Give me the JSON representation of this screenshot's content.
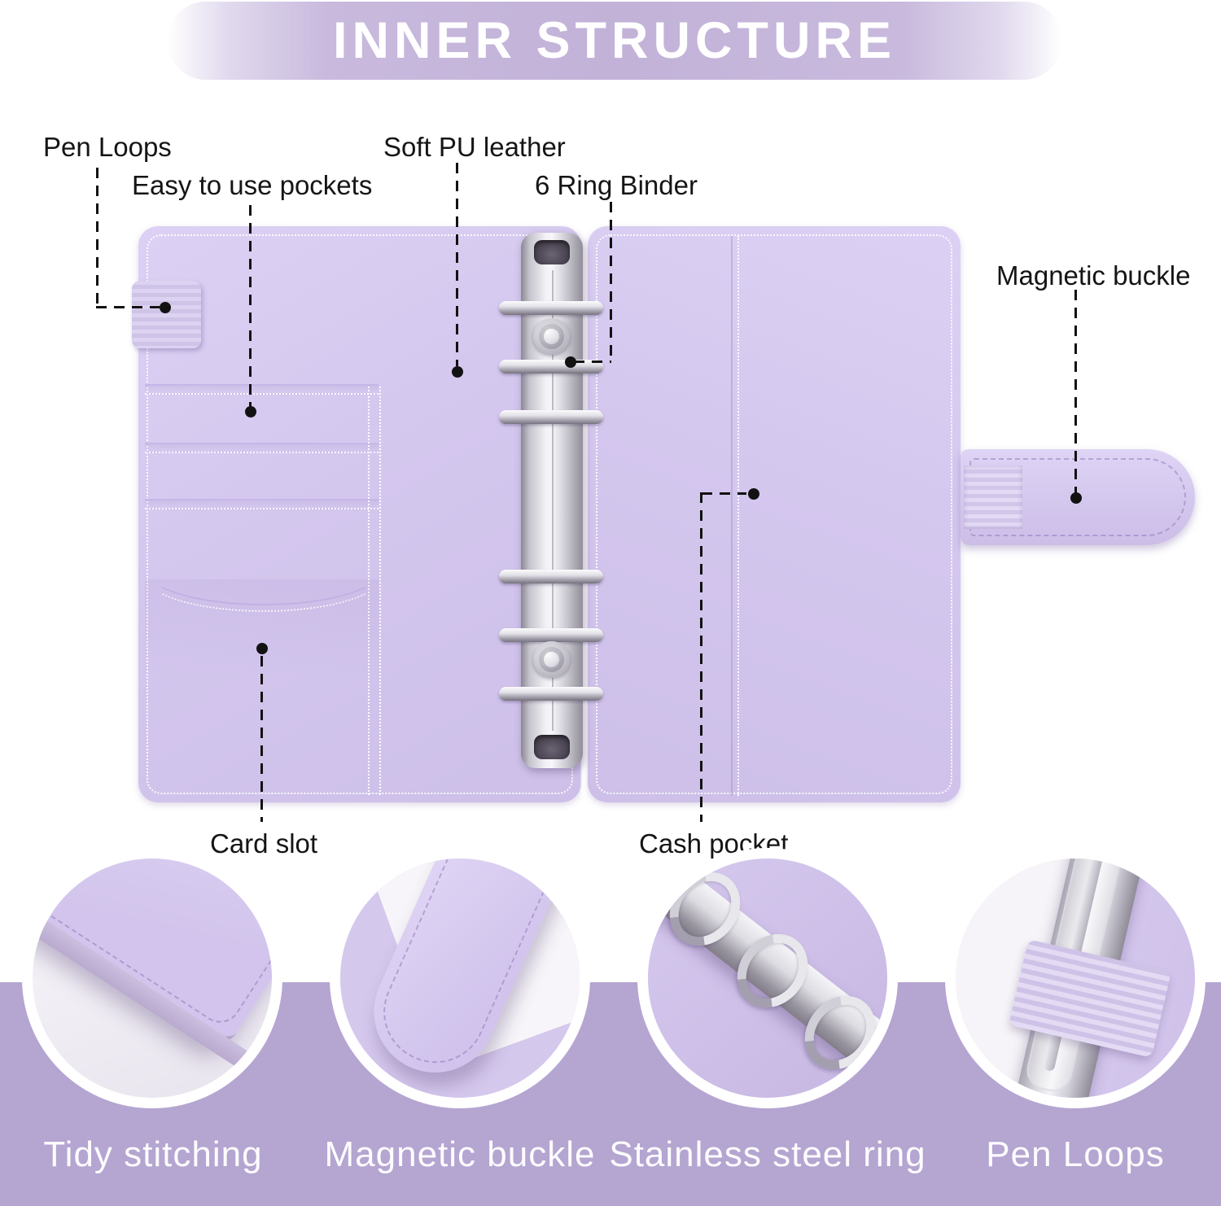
{
  "banner": {
    "title": "INNER STRUCTURE"
  },
  "callouts": [
    {
      "id": "pen-loops",
      "label": "Pen Loops"
    },
    {
      "id": "easy-pockets",
      "label": "Easy to use pockets"
    },
    {
      "id": "soft-pu-leather",
      "label": "Soft PU leather"
    },
    {
      "id": "six-ring-binder",
      "label": "6 Ring Binder"
    },
    {
      "id": "magnetic-buckle",
      "label": "Magnetic buckle"
    },
    {
      "id": "card-slot",
      "label": "Card slot"
    },
    {
      "id": "cash-pocket",
      "label": "Cash pocket"
    }
  ],
  "features": [
    {
      "caption": "Tidy stitching"
    },
    {
      "caption": "Magnetic buckle"
    },
    {
      "caption": "Stainless steel ring"
    },
    {
      "caption": "Pen Loops"
    }
  ],
  "colors": {
    "banner_purple": "#c4b4da",
    "band_purple": "#b4a5d1",
    "leather_lavender": "#d4c7ee",
    "metal_silver": "#d9d8de",
    "label_text": "#151515",
    "caption_text": "#ffffff"
  }
}
